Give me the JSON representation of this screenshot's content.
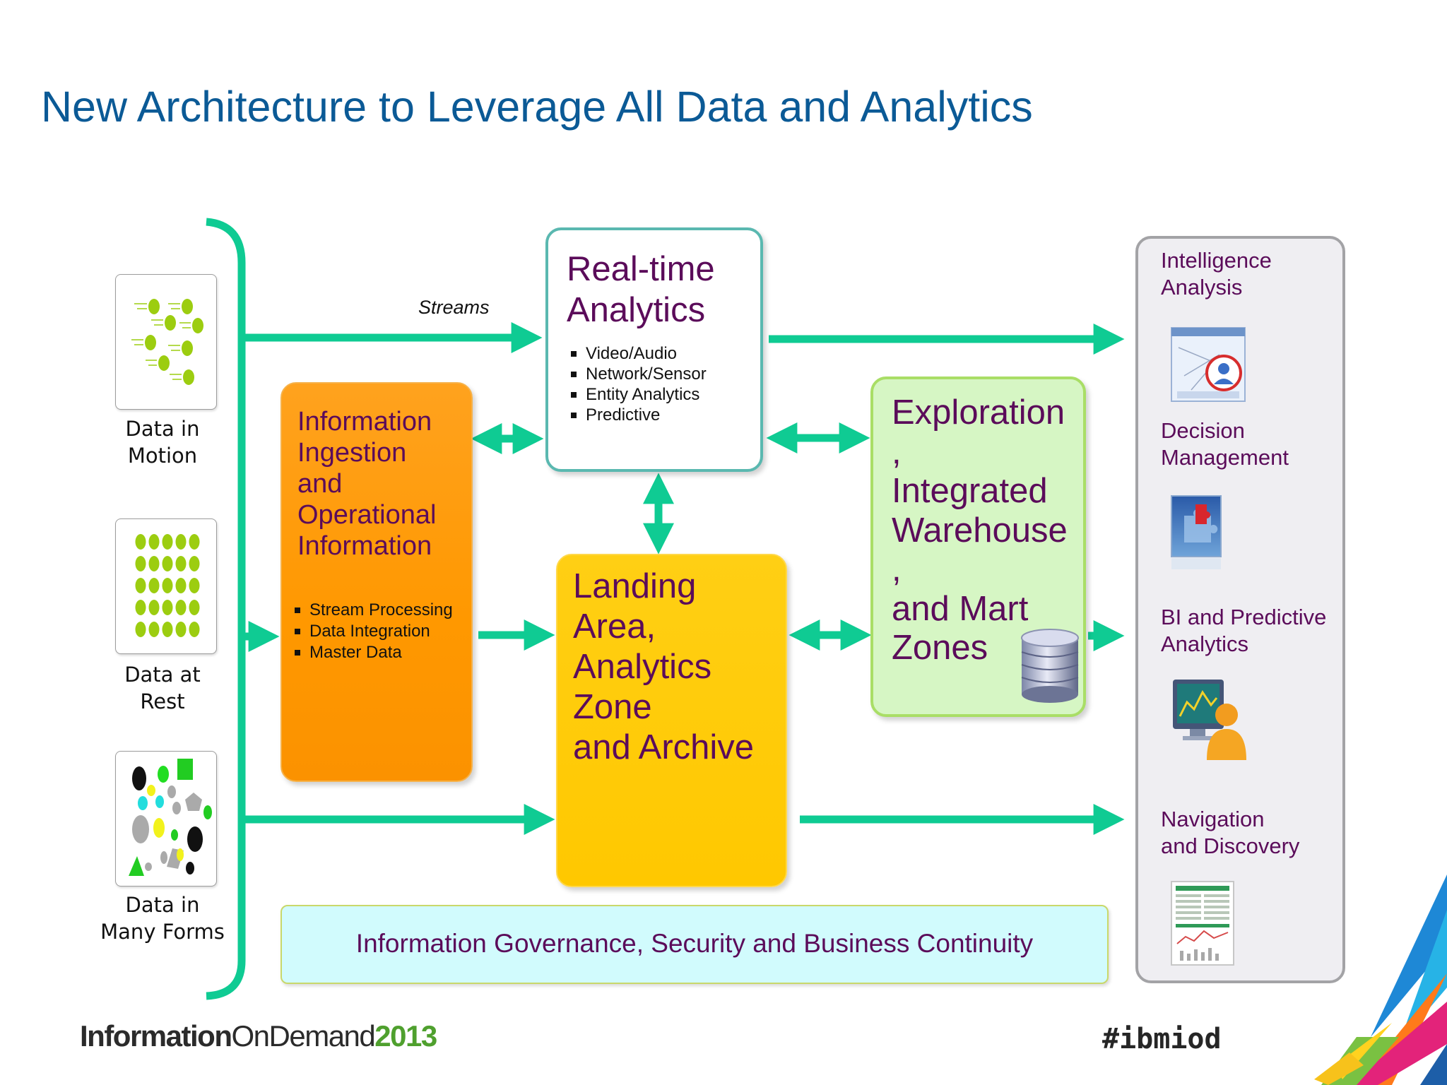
{
  "title": "New Architecture to Leverage All Data and Analytics",
  "sources": [
    {
      "label_line1": "Data in",
      "label_line2": "Motion",
      "icon": "moving-dots-icon"
    },
    {
      "label_line1": "Data at",
      "label_line2": "Rest",
      "icon": "dot-grid-icon"
    },
    {
      "label_line1": "Data in",
      "label_line2": "Many Forms",
      "icon": "mixed-shapes-icon"
    }
  ],
  "streams_label": "Streams",
  "ingestion": {
    "title_lines": [
      "Information",
      "Ingestion",
      "and",
      "Operational",
      "Information"
    ],
    "bullets": [
      "Stream Processing",
      "Data Integration",
      "Master Data"
    ]
  },
  "realtime": {
    "title_lines": [
      "Real-time",
      "Analytics"
    ],
    "bullets": [
      "Video/Audio",
      "Network/Sensor",
      "Entity Analytics",
      "Predictive"
    ]
  },
  "landing": {
    "title_lines": [
      "Landing",
      "Area,",
      "Analytics",
      "Zone",
      "and Archive"
    ]
  },
  "exploration": {
    "title_lines": [
      "Exploration",
      ",",
      "Integrated",
      "Warehouse",
      ",",
      "and Mart",
      "Zones"
    ],
    "icon": "database-icon"
  },
  "governance": "Information Governance, Security and Business Continuity",
  "outputs": [
    {
      "line1": "Intelligence",
      "line2": "Analysis",
      "icon": "intelligence-analysis-icon"
    },
    {
      "line1": "Decision",
      "line2": "Management",
      "icon": "puzzle-icon"
    },
    {
      "line1": "BI and Predictive",
      "line2": "Analytics",
      "icon": "analyst-monitor-icon"
    },
    {
      "line1": "Navigation",
      "line2": "and Discovery",
      "icon": "report-document-icon"
    }
  ],
  "footer": {
    "brand_part1": "Information",
    "brand_part2": "OnDemand",
    "brand_part3": "2013",
    "hashtag": "#ibmiod"
  },
  "colors": {
    "title_blue": "#0b5a96",
    "arrow_green": "#0fcb93",
    "label_purple": "#5b0c5a",
    "ingestion_orange": "#ff9800",
    "landing_yellow": "#ffc800",
    "exploration_green": "#d6f6c4",
    "governance_cyan": "#d1fbfd"
  }
}
